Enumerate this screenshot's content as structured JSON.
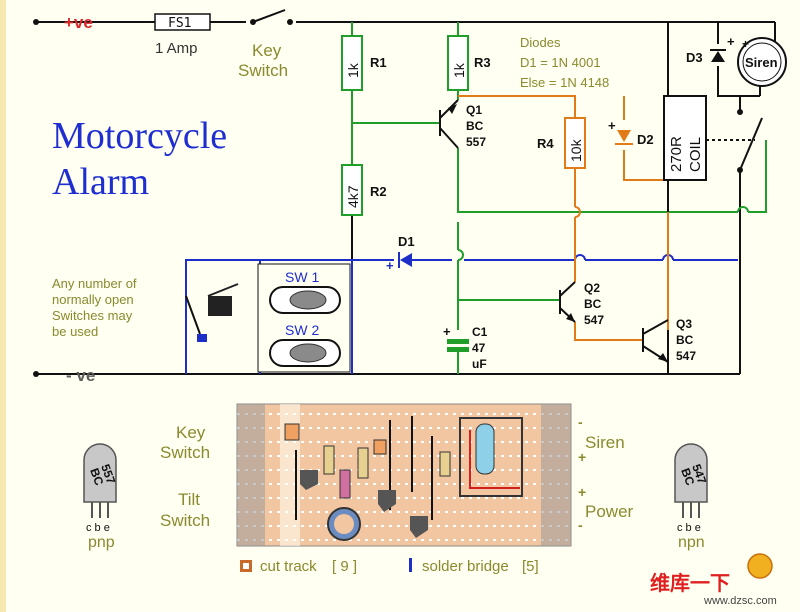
{
  "rails": {
    "positive": "+ve",
    "negative": "- ve",
    "positive_plus": "+",
    "negative_minus": "-"
  },
  "fuse": {
    "label": "FS1",
    "rating": "1 Amp"
  },
  "key_switch": {
    "line1": "Key",
    "line2": "Switch"
  },
  "title": {
    "line1": "Motorcycle",
    "line2": "Alarm"
  },
  "diodes_note": {
    "line1": "Diodes",
    "line2": "D1 = 1N 4001",
    "line3": "Else = 1N 4148"
  },
  "resistors": {
    "r1": {
      "name": "R1",
      "value": "1k"
    },
    "r2": {
      "name": "R2",
      "value": "4k7"
    },
    "r3": {
      "name": "R3",
      "value": "1k"
    },
    "r4": {
      "name": "R4",
      "value": "10k"
    }
  },
  "relay": {
    "value": "270R",
    "coil": "COIL"
  },
  "transistors": {
    "q1": {
      "name": "Q1",
      "type": "BC",
      "num": "557"
    },
    "q2": {
      "name": "Q2",
      "type": "BC",
      "num": "547"
    },
    "q3": {
      "name": "Q3",
      "type": "BC",
      "num": "547"
    }
  },
  "diodes": {
    "d1": "D1",
    "d2": "D2",
    "d3": "D3"
  },
  "siren": {
    "label": "Siren",
    "plus": "+"
  },
  "capacitor": {
    "name": "C1",
    "value": "47",
    "unit": "uF",
    "plus": "+"
  },
  "switches": {
    "sw1": "SW 1",
    "sw2": "SW 2"
  },
  "switch_note": {
    "line1": "Any number of",
    "line2": "normally open",
    "line3": "Switches may",
    "line4": "be used"
  },
  "board_labels": {
    "key_line1": "Key",
    "key_line2": "Switch",
    "tilt_line1": "Tilt",
    "tilt_line2": "Switch",
    "siren": "Siren",
    "power": "Power",
    "minus": "-",
    "plus": "+"
  },
  "legend": {
    "cut_track": "cut track",
    "cut_count": "[ 9 ]",
    "solder_bridge": "solder bridge",
    "bridge_count": "[5]"
  },
  "pinouts": {
    "pnp": {
      "type": "BC",
      "num": "557",
      "pins": "c b e",
      "label": "pnp"
    },
    "npn": {
      "type": "BC",
      "num": "547",
      "pins": "c b e",
      "label": "npn"
    }
  },
  "watermark": {
    "brand": "维库一下",
    "site": "www.dzsc.com"
  },
  "colors": {
    "wire_black": "#111111",
    "wire_green": "#1f9e2a",
    "wire_blue": "#1e2ec8",
    "wire_orange": "#e07b18",
    "title_blue": "#1f2ed0",
    "label_olive": "#8a8a2e",
    "stripboard": "#f3c6a2"
  }
}
